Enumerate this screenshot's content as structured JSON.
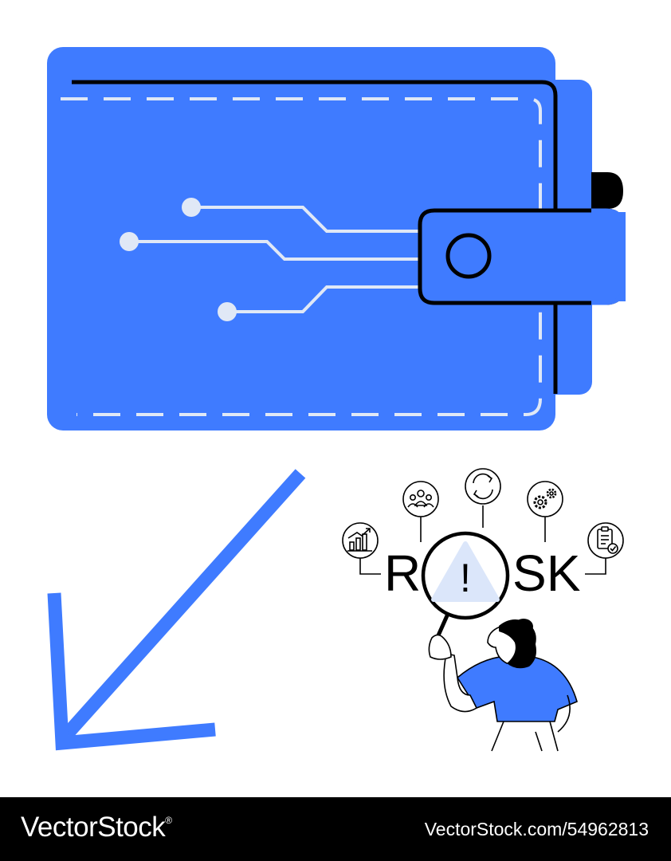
{
  "illustration": {
    "risk_word": {
      "letter_r": "R",
      "letters_sk": "SK",
      "alert_mark": "!"
    },
    "icons": [
      "bar-chart-icon",
      "users-icon",
      "refresh-icon",
      "gears-icon",
      "clipboard-check-icon"
    ]
  },
  "colors": {
    "accent": "#3f7bff",
    "circuit": "#e0e8f6",
    "ink": "#000000",
    "background": "#ffffff",
    "alert_fill": "#dbe6fa"
  },
  "footer": {
    "brand": "VectorStock",
    "registered_mark": "®",
    "stock_id": "VectorStock.com/54962813"
  }
}
